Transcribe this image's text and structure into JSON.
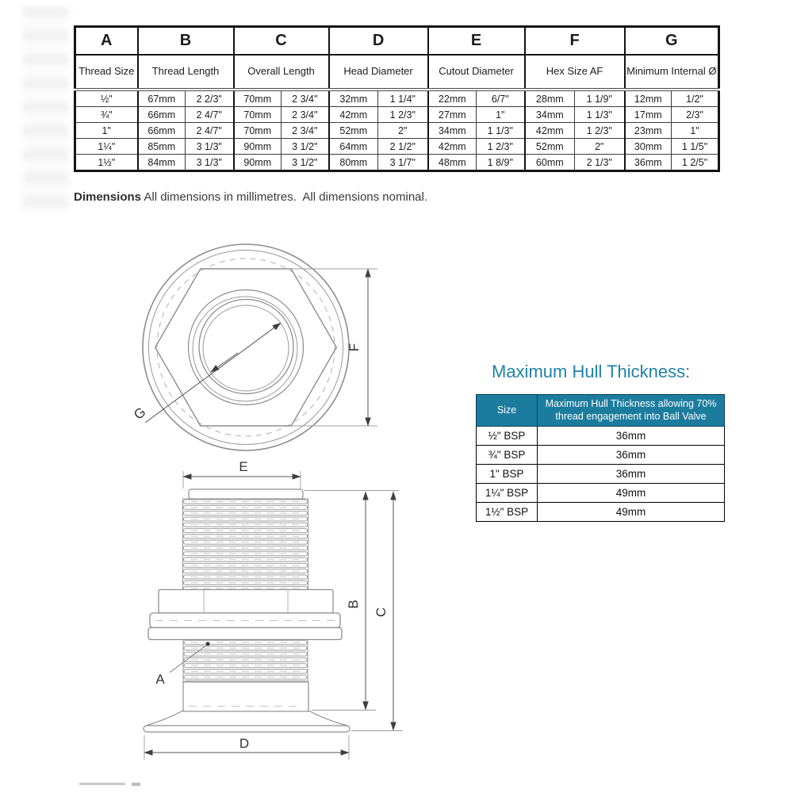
{
  "colors": {
    "accent_teal": "#1f82a8",
    "table_header_teal": "#1c7c9e"
  },
  "dims_table": {
    "letters": [
      "A",
      "B",
      "C",
      "D",
      "E",
      "F",
      "G"
    ],
    "subtitles": [
      "Thread Size",
      "Thread Length",
      "Overall Length",
      "Head Diameter",
      "Cutout Diameter",
      "Hex Size AF",
      "Minimum Internal Ø"
    ],
    "rows": [
      [
        "½\"",
        "67mm",
        "2 2/3\"",
        "70mm",
        "2 3/4\"",
        "32mm",
        "1 1/4\"",
        "22mm",
        "6/7\"",
        "28mm",
        "1 1/9\"",
        "12mm",
        "1/2\""
      ],
      [
        "¾\"",
        "66mm",
        "2 4/7\"",
        "70mm",
        "2 3/4\"",
        "42mm",
        "1 2/3\"",
        "27mm",
        "1\"",
        "34mm",
        "1 1/3\"",
        "17mm",
        "2/3\""
      ],
      [
        "1\"",
        "66mm",
        "2 4/7\"",
        "70mm",
        "2 3/4\"",
        "52mm",
        "2\"",
        "34mm",
        "1 1/3\"",
        "42mm",
        "1 2/3\"",
        "23mm",
        "1\""
      ],
      [
        "1¼\"",
        "85mm",
        "3 1/3\"",
        "90mm",
        "3 1/2\"",
        "64mm",
        "2 1/2\"",
        "42mm",
        "1 2/3\"",
        "52mm",
        "2\"",
        "30mm",
        "1 1/5\""
      ],
      [
        "1½\"",
        "84mm",
        "3 1/3\"",
        "90mm",
        "3 1/2\"",
        "80mm",
        "3 1/7\"",
        "48mm",
        "1 8/9\"",
        "60mm",
        "2 1/3\"",
        "36mm",
        "1 2/5\""
      ]
    ]
  },
  "note": {
    "lead": "Dimensions",
    "body": " All dimensions in millimetres.  All dimensions nominal."
  },
  "drawing": {
    "label_a": "A",
    "label_b": "B",
    "label_c": "C",
    "label_d": "D",
    "label_e": "E",
    "label_f": "F",
    "label_g": "G"
  },
  "hull_table": {
    "title": "Maximum Hull Thickness:",
    "header_size": "Size",
    "header_desc": "Maximum Hull Thickness allowing 70% thread engagement into Ball Valve",
    "rows": [
      {
        "size": "½\" BSP",
        "thickness": "36mm"
      },
      {
        "size": "¾\" BSP",
        "thickness": "36mm"
      },
      {
        "size": "1\" BSP",
        "thickness": "36mm"
      },
      {
        "size": "1¼\" BSP",
        "thickness": "49mm"
      },
      {
        "size": "1½\" BSP",
        "thickness": "49mm"
      }
    ]
  }
}
